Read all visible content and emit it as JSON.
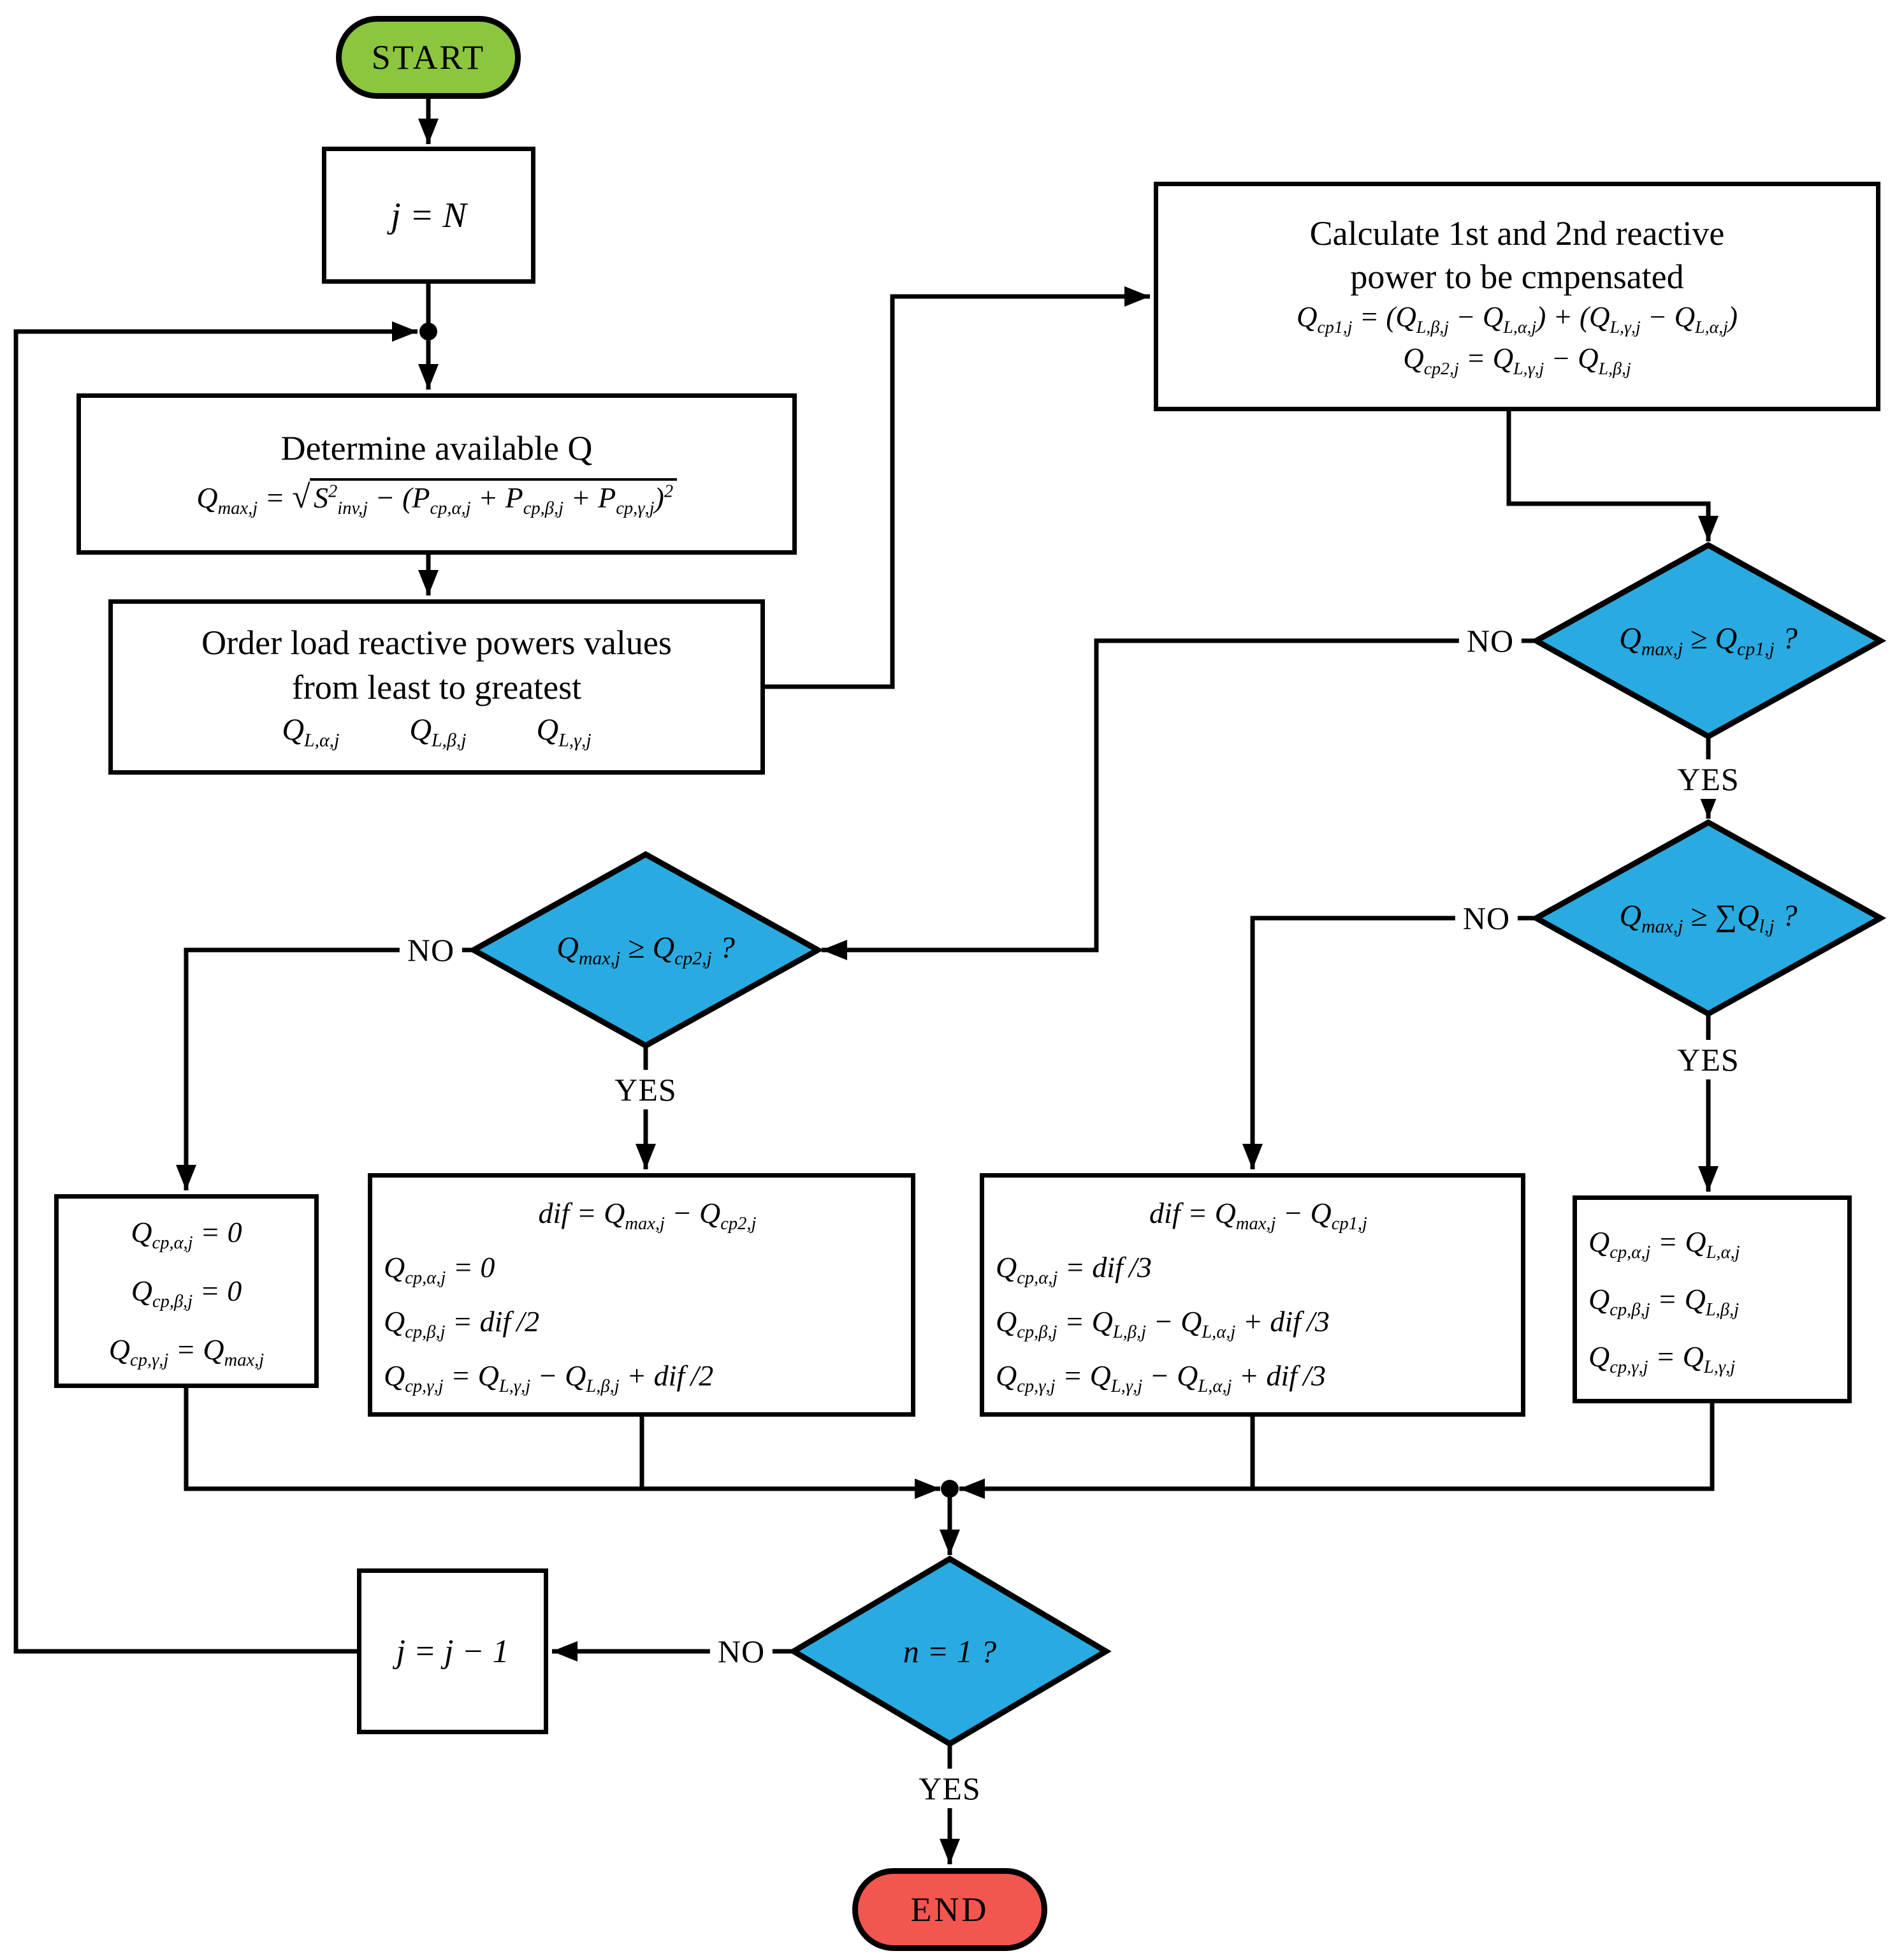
{
  "flowchart": {
    "colors": {
      "start_fill": "#8CC63F",
      "end_fill": "#F3564E",
      "decision_fill": "#29ABE2",
      "line": "#000000"
    },
    "nodes": {
      "start": {
        "label": "START"
      },
      "init": {
        "formula": "j =  N"
      },
      "determine": {
        "title": "Determine available Q",
        "formula": "Q_{max,j} = \\sqrt{S^{2}_{inv,j} − (P_{cp,α,j} + P_{cp,β,j} + P_{cp,γ,j})^{2}}"
      },
      "order": {
        "title_line1": "Order load reactive powers values",
        "title_line2": "from least to greatest",
        "formula_items": [
          "Q_{L,α,j}",
          "Q_{L,β,j}",
          "Q_{L,γ,j}"
        ]
      },
      "calculate": {
        "title_line1": "Calculate 1st and 2nd reactive",
        "title_line2": "power to be cmpensated",
        "formulas": [
          "Q_{cp1,j} = (Q_{L,β,j} − Q_{L,α,j}) + (Q_{L,γ,j} − Q_{L,α,j})",
          "Q_{cp2,j} = Q_{L,γ,j} − Q_{L,β,j}"
        ]
      },
      "decision_qcp1": {
        "formula": "Q_{max,j} ≥  Q_{cp1,j}  ?"
      },
      "decision_sum": {
        "formula": "Q_{max,j} ≥  ∑Q_{l,j} ?"
      },
      "decision_qcp2": {
        "formula": "Q_{max,j} ≥ Q_{cp2,j}  ?"
      },
      "branch_zero": {
        "formulas": [
          "Q_{cp,α,j} = 0",
          "Q_{cp,β,j} = 0",
          "Q_{cp,γ,j} = Q_{max,j}"
        ]
      },
      "branch_dif2": {
        "formulas": [
          "dif = Q_{max,j} − Q_{cp2,j}",
          "Q_{cp,α,j} = 0",
          "Q_{cp,β,j} = dif /2",
          "Q_{cp,γ,j} = Q_{L,γ,j} − Q_{L,β,j} + dif /2"
        ]
      },
      "branch_dif3": {
        "formulas": [
          "dif = Q_{max,j} − Q_{cp1,j}",
          "Q_{cp,α,j} = dif /3",
          "Q_{cp,β,j} = Q_{L,β,j} − Q_{L,α,j} + dif /3",
          "Q_{cp,γ,j} = Q_{L,γ,j} − Q_{L,α,j} + dif /3"
        ]
      },
      "branch_full": {
        "formulas": [
          "Q_{cp,α,j} = Q_{L,α,j}",
          "Q_{cp,β,j} = Q_{L,β,j}",
          "Q_{cp,γ,j} = Q_{L,γ,j}"
        ]
      },
      "decrement": {
        "formula": "j = j − 1"
      },
      "decision_n": {
        "formula": "n = 1 ?"
      },
      "end": {
        "label": "END"
      }
    },
    "edge_labels": {
      "yes": "YES",
      "no": "NO"
    }
  }
}
